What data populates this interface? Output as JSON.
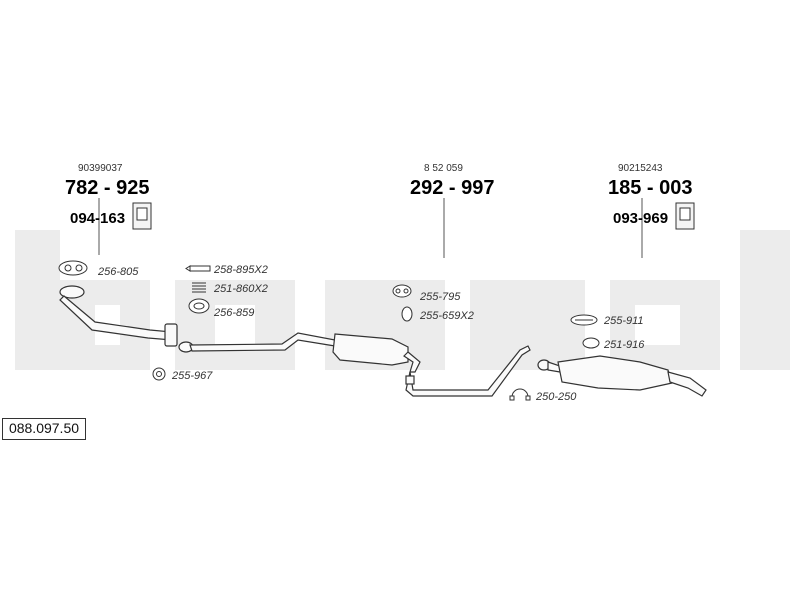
{
  "diagram": {
    "watermark": "bosal",
    "reference_number": "088.097.50",
    "groups": [
      {
        "oe_number": "90399037",
        "part_number": "782 - 925",
        "mount_number": "094-163"
      },
      {
        "oe_number": "8 52 059",
        "part_number": "292 - 997"
      },
      {
        "oe_number": "90215243",
        "part_number": "185 - 003",
        "mount_number": "093-969"
      }
    ],
    "fittings": [
      "256-805",
      "258-895X2",
      "251-860X2",
      "256-859",
      "255-967",
      "255-795",
      "255-659X2",
      "250-250",
      "255-911",
      "251-916"
    ]
  }
}
